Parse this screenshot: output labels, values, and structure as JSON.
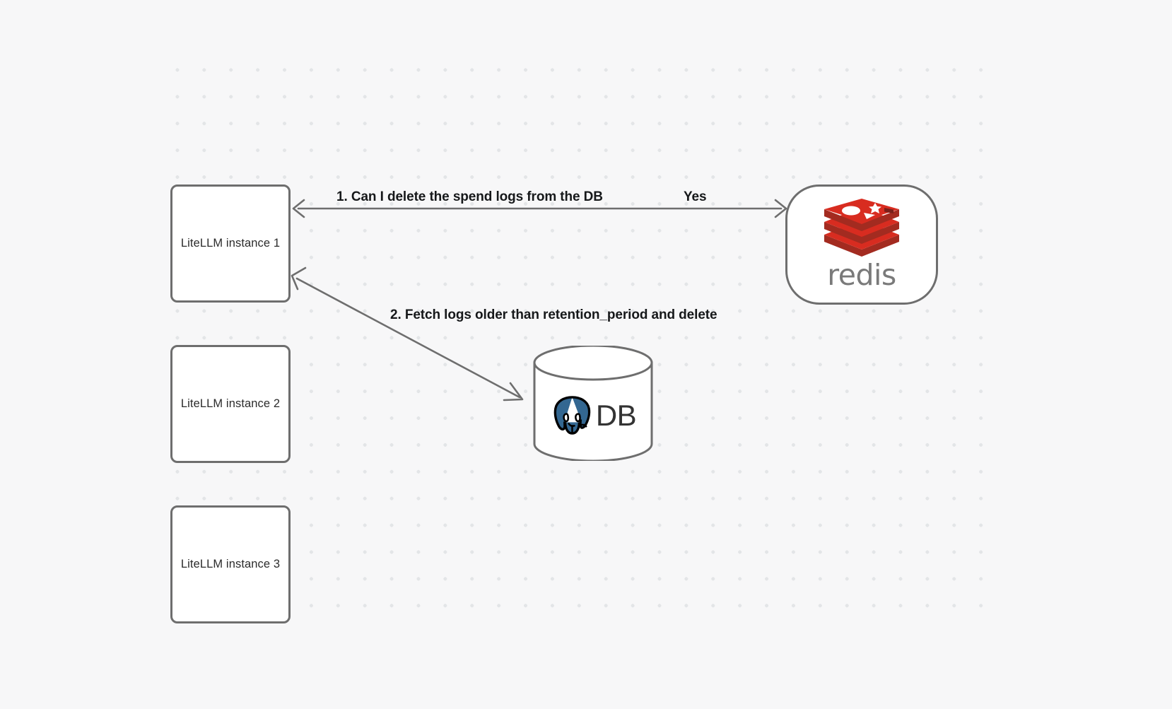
{
  "canvas": {
    "background_color": "#f7f7f8",
    "grid_dot_color": "#e3e5e7",
    "node_border_color": "#6e6e6e",
    "edge_color": "#6e6e6e"
  },
  "nodes": [
    {
      "id": "litellm-1",
      "label": "LiteLLM instance 1"
    },
    {
      "id": "litellm-2",
      "label": "LiteLLM instance 2"
    },
    {
      "id": "litellm-3",
      "label": "LiteLLM instance 3"
    },
    {
      "id": "redis",
      "label": "redis",
      "icon": "redis-stack-logo",
      "brand_color": "#d82c20"
    },
    {
      "id": "db",
      "label": "DB",
      "icon": "postgresql-elephant-icon",
      "brand_color": "#336791"
    }
  ],
  "edges": [
    {
      "id": "edge-1",
      "from": "litellm-1",
      "to": "redis",
      "label": "1.  Can I delete the spend logs from the DB",
      "reply_label": "Yes"
    },
    {
      "id": "edge-2",
      "from": "litellm-1",
      "to": "db",
      "label": "2.  Fetch logs older than retention_period and delete"
    }
  ],
  "labels": {
    "step1": "1.  Can I delete the spend logs from the DB",
    "yes": "Yes",
    "step2": "2.  Fetch logs older than retention_period and delete",
    "redis_wordmark": "redis",
    "db_text": "DB"
  }
}
